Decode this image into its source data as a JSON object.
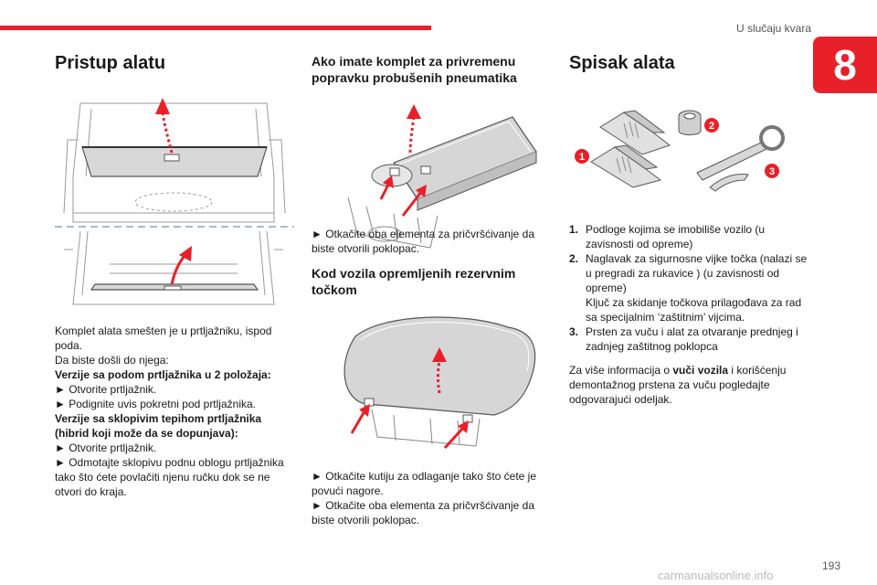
{
  "header": {
    "chapter_title": "U slučaju kvara",
    "chapter_number": "8"
  },
  "col1": {
    "title": "Pristup alatu",
    "intro1": "Komplet alata smešten je u prtljažniku, ispod poda.",
    "intro2": "Da biste došli do njega:",
    "heading_a": "Verzije sa podom prtljažnika u 2 položaja:",
    "a1": "► Otvorite prtljažnik.",
    "a2": "► Podignite uvis pokretni pod prtljažnika.",
    "heading_b": "Verzije sa sklopivim tepihom prtljažnika (hibrid koji može da se dopunjava):",
    "b1": "► Otvorite prtljažnik.",
    "b2": "► Odmotajte sklopivu podnu oblogu prtljažnika tako što ćete povlačiti njenu ručku dok se ne otvori do kraja."
  },
  "col2": {
    "title1": "Ako imate komplet za privremenu popravku probušenih pneumatika",
    "text1": "► Otkačite oba elementa za pričvršćivanje da biste otvorili poklopac.",
    "title2": "Kod vozila opremljenih rezervnim točkom",
    "text2a": "► Otkačite kutiju za odlaganje tako što ćete je povući nagore.",
    "text2b": "► Otkačite oba elementa za pričvršćivanje da biste otvorili poklopac."
  },
  "col3": {
    "title": "Spisak alata",
    "callouts": [
      "1",
      "2",
      "3"
    ],
    "items": [
      {
        "num": "1.",
        "text": "Podloge kojima se imobiliše vozilo (u zavisnosti od opreme)"
      },
      {
        "num": "2.",
        "text": "Naglavak za sigurnosne vijke točka (nalazi se u pregradi za rukavice ) (u zavisnosti od opreme)"
      },
      {
        "num": "",
        "text": "Ključ za skidanje točkova prilagođava za rad sa specijalnim ‘zaštitnim’ vijcima."
      },
      {
        "num": "3.",
        "text": "Prsten za vuču i alat za otvaranje prednjeg i zadnjeg zaštitnog poklopca"
      }
    ],
    "more_prefix": "Za više informacija o ",
    "more_bold": "vuči vozila",
    "more_suffix": " i korišćenju demontažnog prstena za vuču pogledajte odgovarajući odeljak."
  },
  "footer": {
    "page_number": "193",
    "watermark": "carmanualsonline.info"
  },
  "colors": {
    "accent": "#e8202a",
    "text": "#1a1a1a"
  }
}
